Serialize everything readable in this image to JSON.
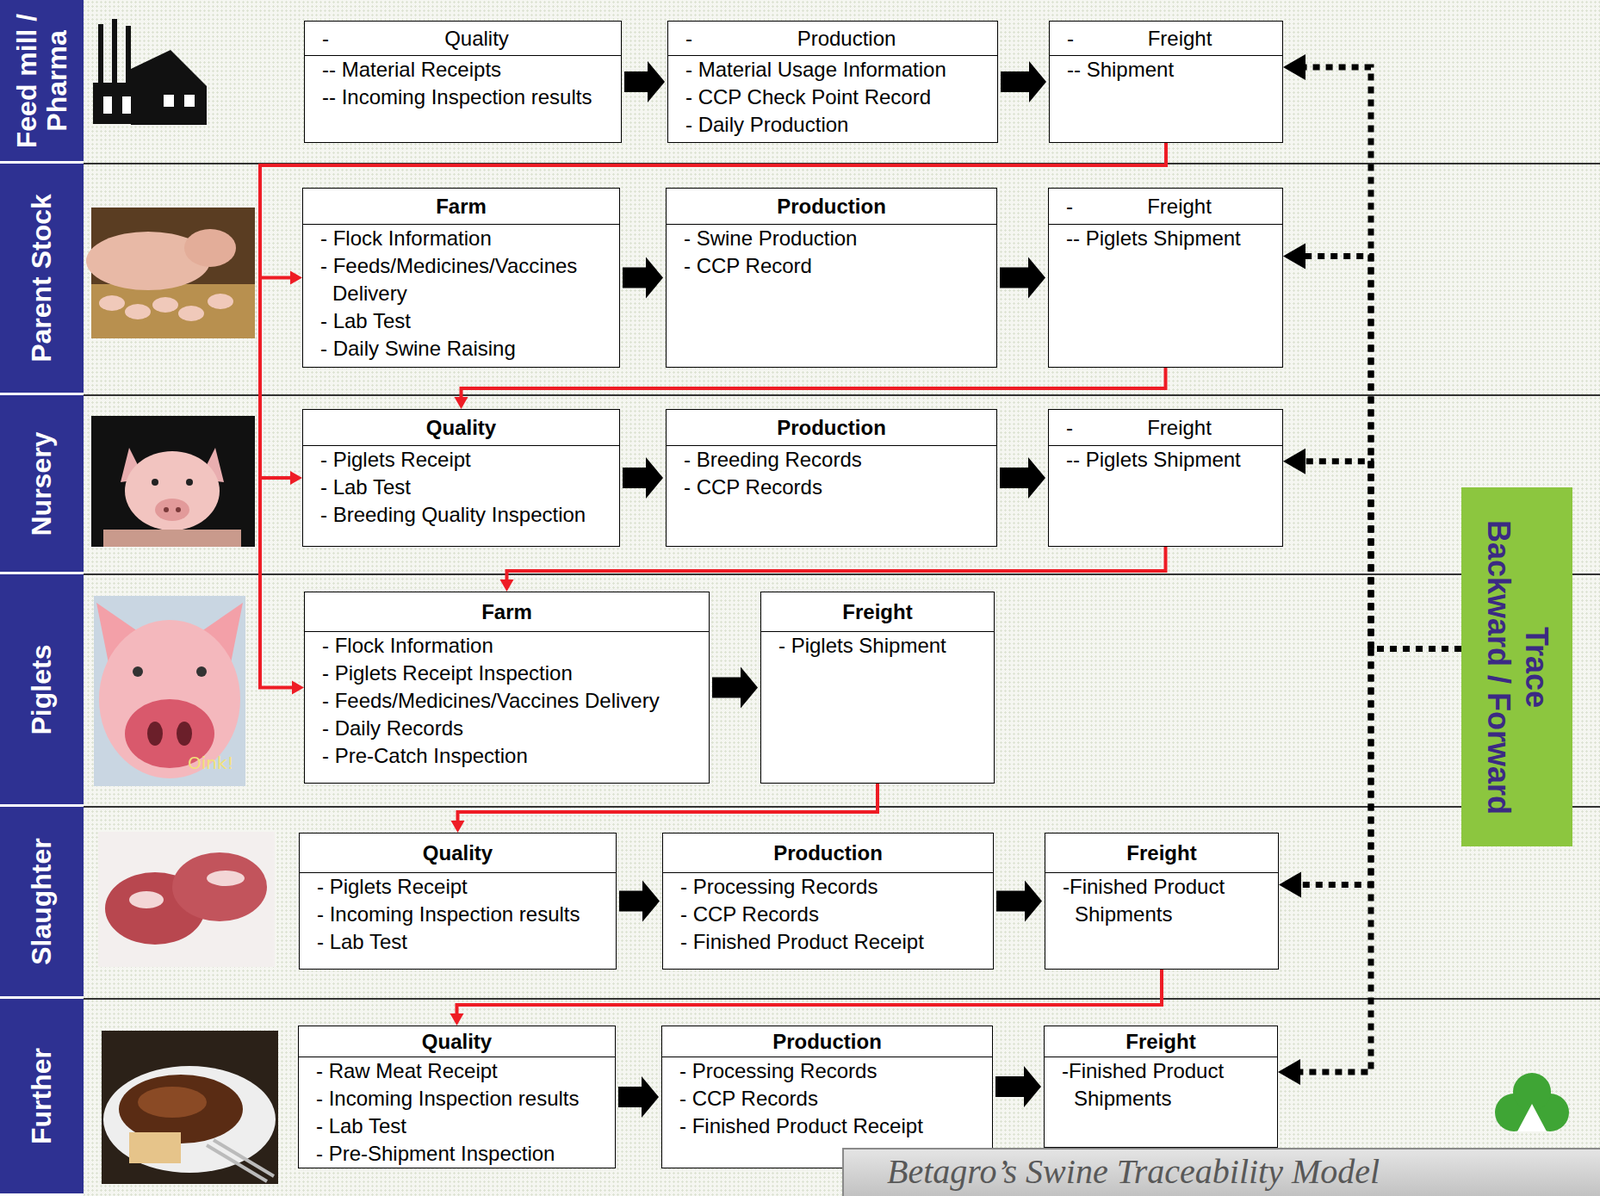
{
  "diagram": {
    "title": "Betagro’s Swine Traceability Model",
    "nodes": [
      {
        "text": [
          "Feed mill / Pharma"
        ]
      },
      {
        "text": [
          "-",
          "Quality",
          "-- Material Receipts",
          "-- Incoming Inspection results"
        ]
      },
      {
        "text": [
          "-",
          "Production",
          "- Material Usage Information",
          "- CCP Check Point Record",
          "- Daily Production"
        ]
      },
      {
        "text": [
          "-",
          "Freight",
          "-- Shipment"
        ]
      },
      {
        "text": [
          "Parent Stock"
        ]
      },
      {
        "text": [
          "Farm",
          "- Flock Information",
          "- Feeds/Medicines/Vaccines Delivery",
          "- Lab Test",
          "- Daily Swine Raising"
        ]
      },
      {
        "text": [
          "Production",
          "- Swine Production",
          "- CCP Record"
        ]
      },
      {
        "text": [
          "-",
          "Freight",
          "-- Piglets Shipment"
        ]
      },
      {
        "text": [
          "Nursery"
        ]
      },
      {
        "text": [
          "Quality",
          "- Piglets Receipt",
          "- Lab Test",
          "- Breeding Quality Inspection"
        ]
      },
      {
        "text": [
          "Production",
          "- Breeding Records",
          "- CCP Records"
        ]
      },
      {
        "text": [
          "-",
          "Freight",
          "-- Piglets Shipment"
        ]
      },
      {
        "text": [
          "Piglets"
        ]
      },
      {
        "text": [
          "Farm",
          "- Flock Information",
          "- Piglets Receipt Inspection",
          "- Feeds/Medicines/Vaccines Delivery",
          "- Daily Records",
          "- Pre-Catch Inspection"
        ]
      },
      {
        "text": [
          "Freight",
          "- Piglets Shipment"
        ]
      },
      {
        "text": [
          "Slaughter"
        ]
      },
      {
        "text": [
          "Quality",
          "- Piglets Receipt",
          "- Incoming Inspection results",
          "- Lab Test"
        ]
      },
      {
        "text": [
          "Production",
          "- Processing Records",
          "- CCP Records",
          "- Finished Product Receipt"
        ]
      },
      {
        "text": [
          "Freight",
          "-Finished Product Shipments"
        ]
      },
      {
        "text": [
          "Further"
        ]
      },
      {
        "text": [
          "Quality",
          "- Raw Meat Receipt",
          "- Incoming Inspection results",
          "- Lab Test",
          "- Pre-Shipment Inspection"
        ]
      },
      {
        "text": [
          "Production",
          "- Processing Records",
          "- CCP Records",
          "- Finished Product Receipt"
        ]
      },
      {
        "text": [
          "Freight",
          "-Finished Product Shipments"
        ]
      },
      {
        "text": [
          "Trace",
          "Backward / Forward"
        ]
      }
    ],
    "edges": [
      {
        "from": 1,
        "to": 2,
        "arrow": "to"
      },
      {
        "from": 2,
        "to": 3,
        "arrow": "to"
      },
      {
        "from": 3,
        "to": 5,
        "arrow": "to"
      },
      {
        "from": 3,
        "to": 9,
        "arrow": "to"
      },
      {
        "from": 3,
        "to": 13,
        "arrow": "to"
      },
      {
        "from": 5,
        "to": 6,
        "arrow": "to"
      },
      {
        "from": 6,
        "to": 7,
        "arrow": "to"
      },
      {
        "from": 7,
        "to": 9,
        "arrow": "to"
      },
      {
        "from": 9,
        "to": 10,
        "arrow": "to"
      },
      {
        "from": 10,
        "to": 11,
        "arrow": "to"
      },
      {
        "from": 11,
        "to": 13,
        "arrow": "to"
      },
      {
        "from": 13,
        "to": 14,
        "arrow": "to"
      },
      {
        "from": 14,
        "to": 16,
        "arrow": "to"
      },
      {
        "from": 16,
        "to": 17,
        "arrow": "to"
      },
      {
        "from": 17,
        "to": 18,
        "arrow": "to"
      },
      {
        "from": 18,
        "to": 20,
        "arrow": "to"
      },
      {
        "from": 20,
        "to": 21,
        "arrow": "to"
      },
      {
        "from": 21,
        "to": 22,
        "arrow": "to"
      },
      {
        "from": 23,
        "to": 3,
        "arrow": "to"
      },
      {
        "from": 23,
        "to": 7,
        "arrow": "to"
      },
      {
        "from": 23,
        "to": 11,
        "arrow": "to"
      },
      {
        "from": 23,
        "to": 18,
        "arrow": "to"
      },
      {
        "from": 23,
        "to": 22,
        "arrow": "to"
      }
    ],
    "labels": [
      "Oink!"
    ]
  }
}
